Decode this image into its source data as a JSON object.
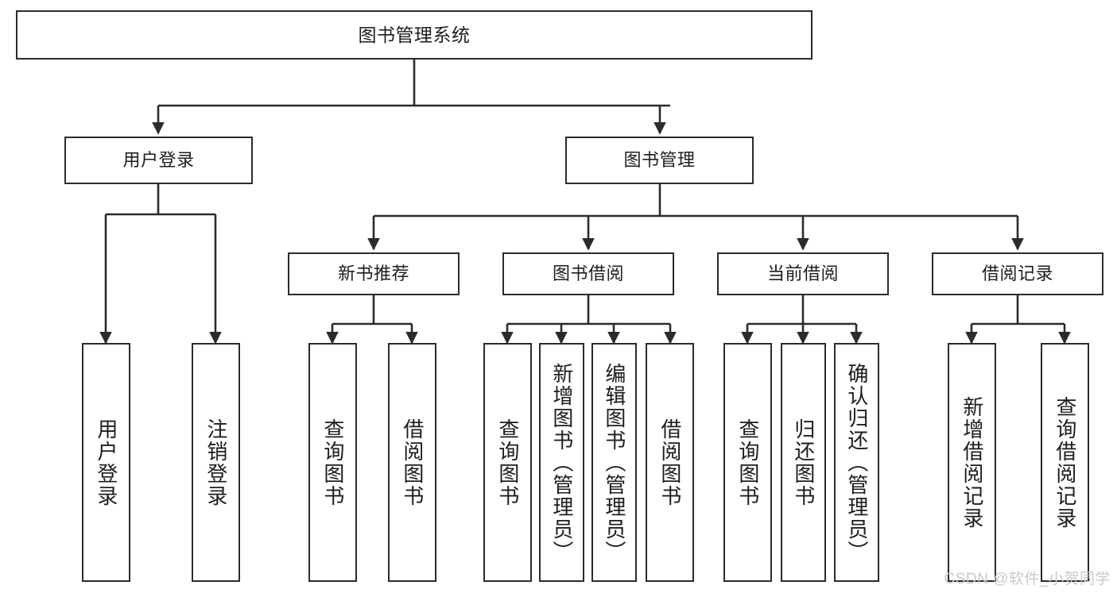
{
  "diagram": {
    "title": "图书管理系统",
    "type": "tree-hierarchy-chart",
    "watermark": "CSDN @软件_小贺同学",
    "colors": {
      "box_border": "#2b2b2b",
      "box_fill": "#ffffff",
      "edge": "#2b2b2b",
      "text": "#1d1d1d",
      "watermark": "#c9c9c9",
      "background": "#ffffff"
    },
    "levels": {
      "root": {
        "label": "图书管理系统"
      },
      "level2": [
        {
          "id": "user-login",
          "label": "用户登录"
        },
        {
          "id": "book-manage",
          "label": "图书管理"
        }
      ],
      "level3": [
        {
          "id": "new-book-recommend",
          "label": "新书推荐",
          "parent": "book-manage"
        },
        {
          "id": "book-borrow",
          "label": "图书借阅",
          "parent": "book-manage"
        },
        {
          "id": "current-borrow",
          "label": "当前借阅",
          "parent": "book-manage"
        },
        {
          "id": "borrow-record",
          "label": "借阅记录",
          "parent": "book-manage"
        }
      ],
      "leaves": [
        {
          "id": "leaf-user-login",
          "label": "用户登录",
          "parent": "user-login"
        },
        {
          "id": "leaf-user-logout",
          "label": "注销登录",
          "parent": "user-login"
        },
        {
          "id": "leaf-query-book-1",
          "label": "查询图书",
          "parent": "new-book-recommend"
        },
        {
          "id": "leaf-borrow-book-1",
          "label": "借阅图书",
          "parent": "new-book-recommend"
        },
        {
          "id": "leaf-query-book-2",
          "label": "查询图书",
          "parent": "book-borrow"
        },
        {
          "id": "leaf-add-book",
          "label": "新增图书（管理员）",
          "parent": "book-borrow"
        },
        {
          "id": "leaf-edit-book",
          "label": "编辑图书（管理员）",
          "parent": "book-borrow"
        },
        {
          "id": "leaf-borrow-book-2",
          "label": "借阅图书",
          "parent": "book-borrow"
        },
        {
          "id": "leaf-query-book-3",
          "label": "查询图书",
          "parent": "current-borrow"
        },
        {
          "id": "leaf-return-book",
          "label": "归还图书",
          "parent": "current-borrow"
        },
        {
          "id": "leaf-confirm-return",
          "label": "确认归还（管理员）",
          "parent": "current-borrow"
        },
        {
          "id": "leaf-add-record",
          "label": "新增借阅记录",
          "parent": "borrow-record"
        },
        {
          "id": "leaf-query-record",
          "label": "查询借阅记录",
          "parent": "borrow-record"
        }
      ]
    }
  }
}
